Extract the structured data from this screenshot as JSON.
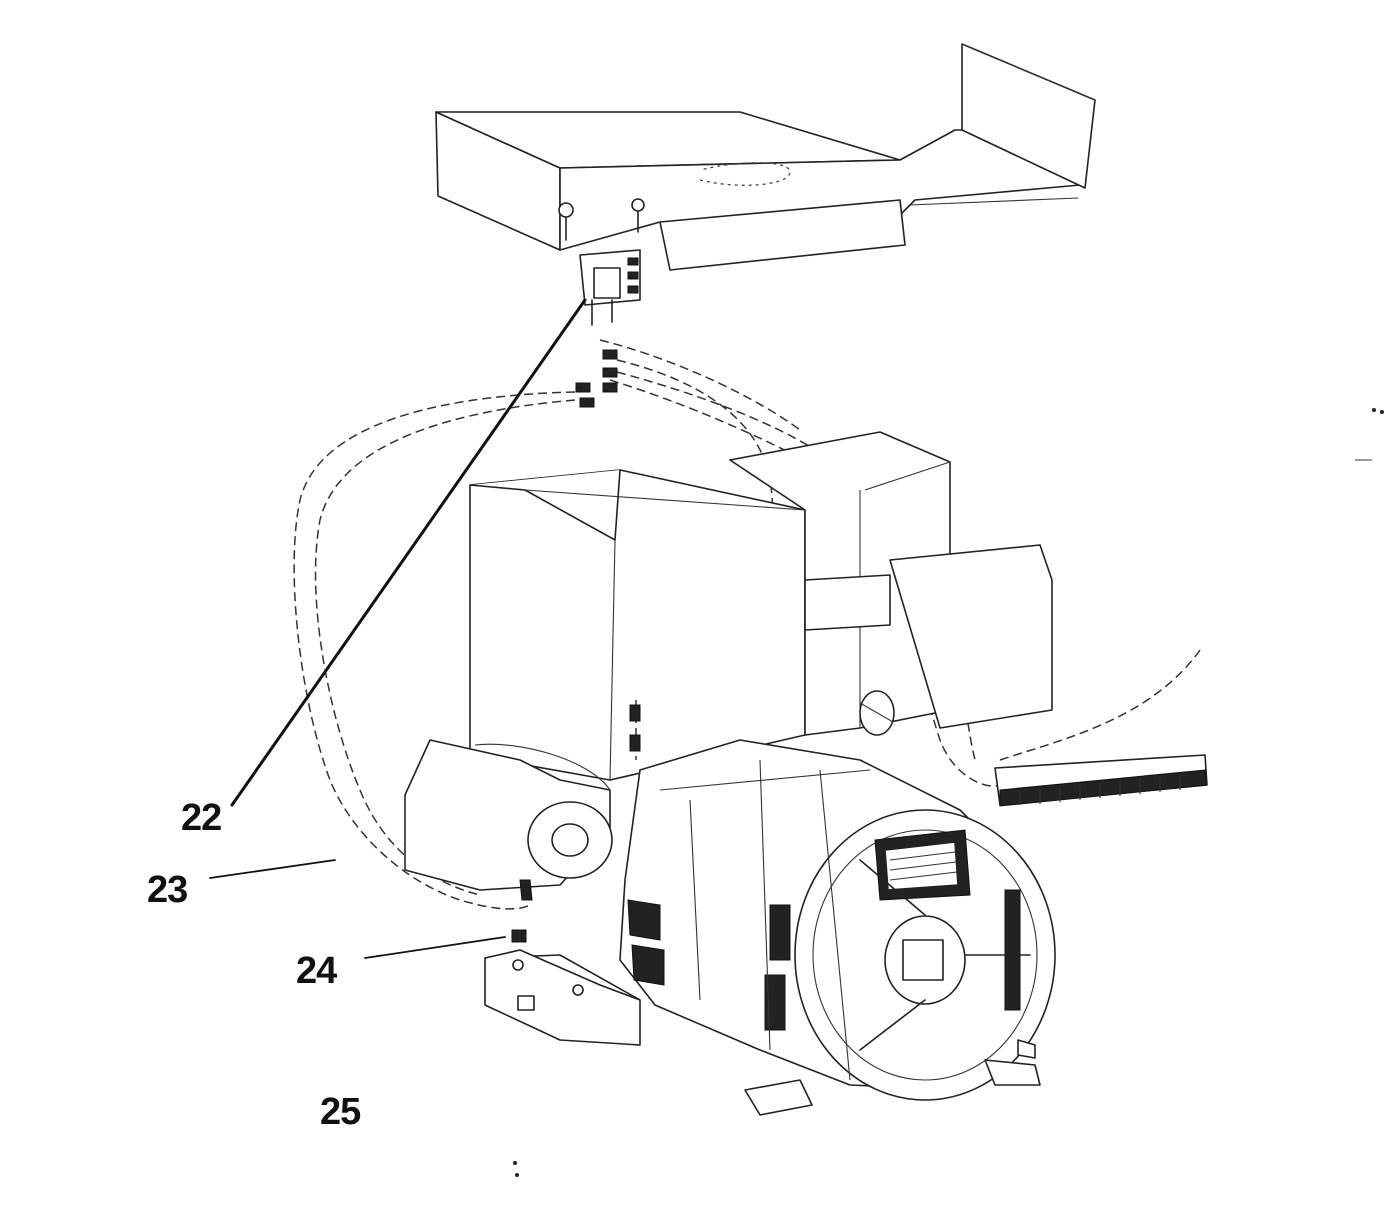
{
  "callouts": {
    "c22": "22",
    "c23": "23",
    "c24": "24",
    "c25": "25"
  }
}
